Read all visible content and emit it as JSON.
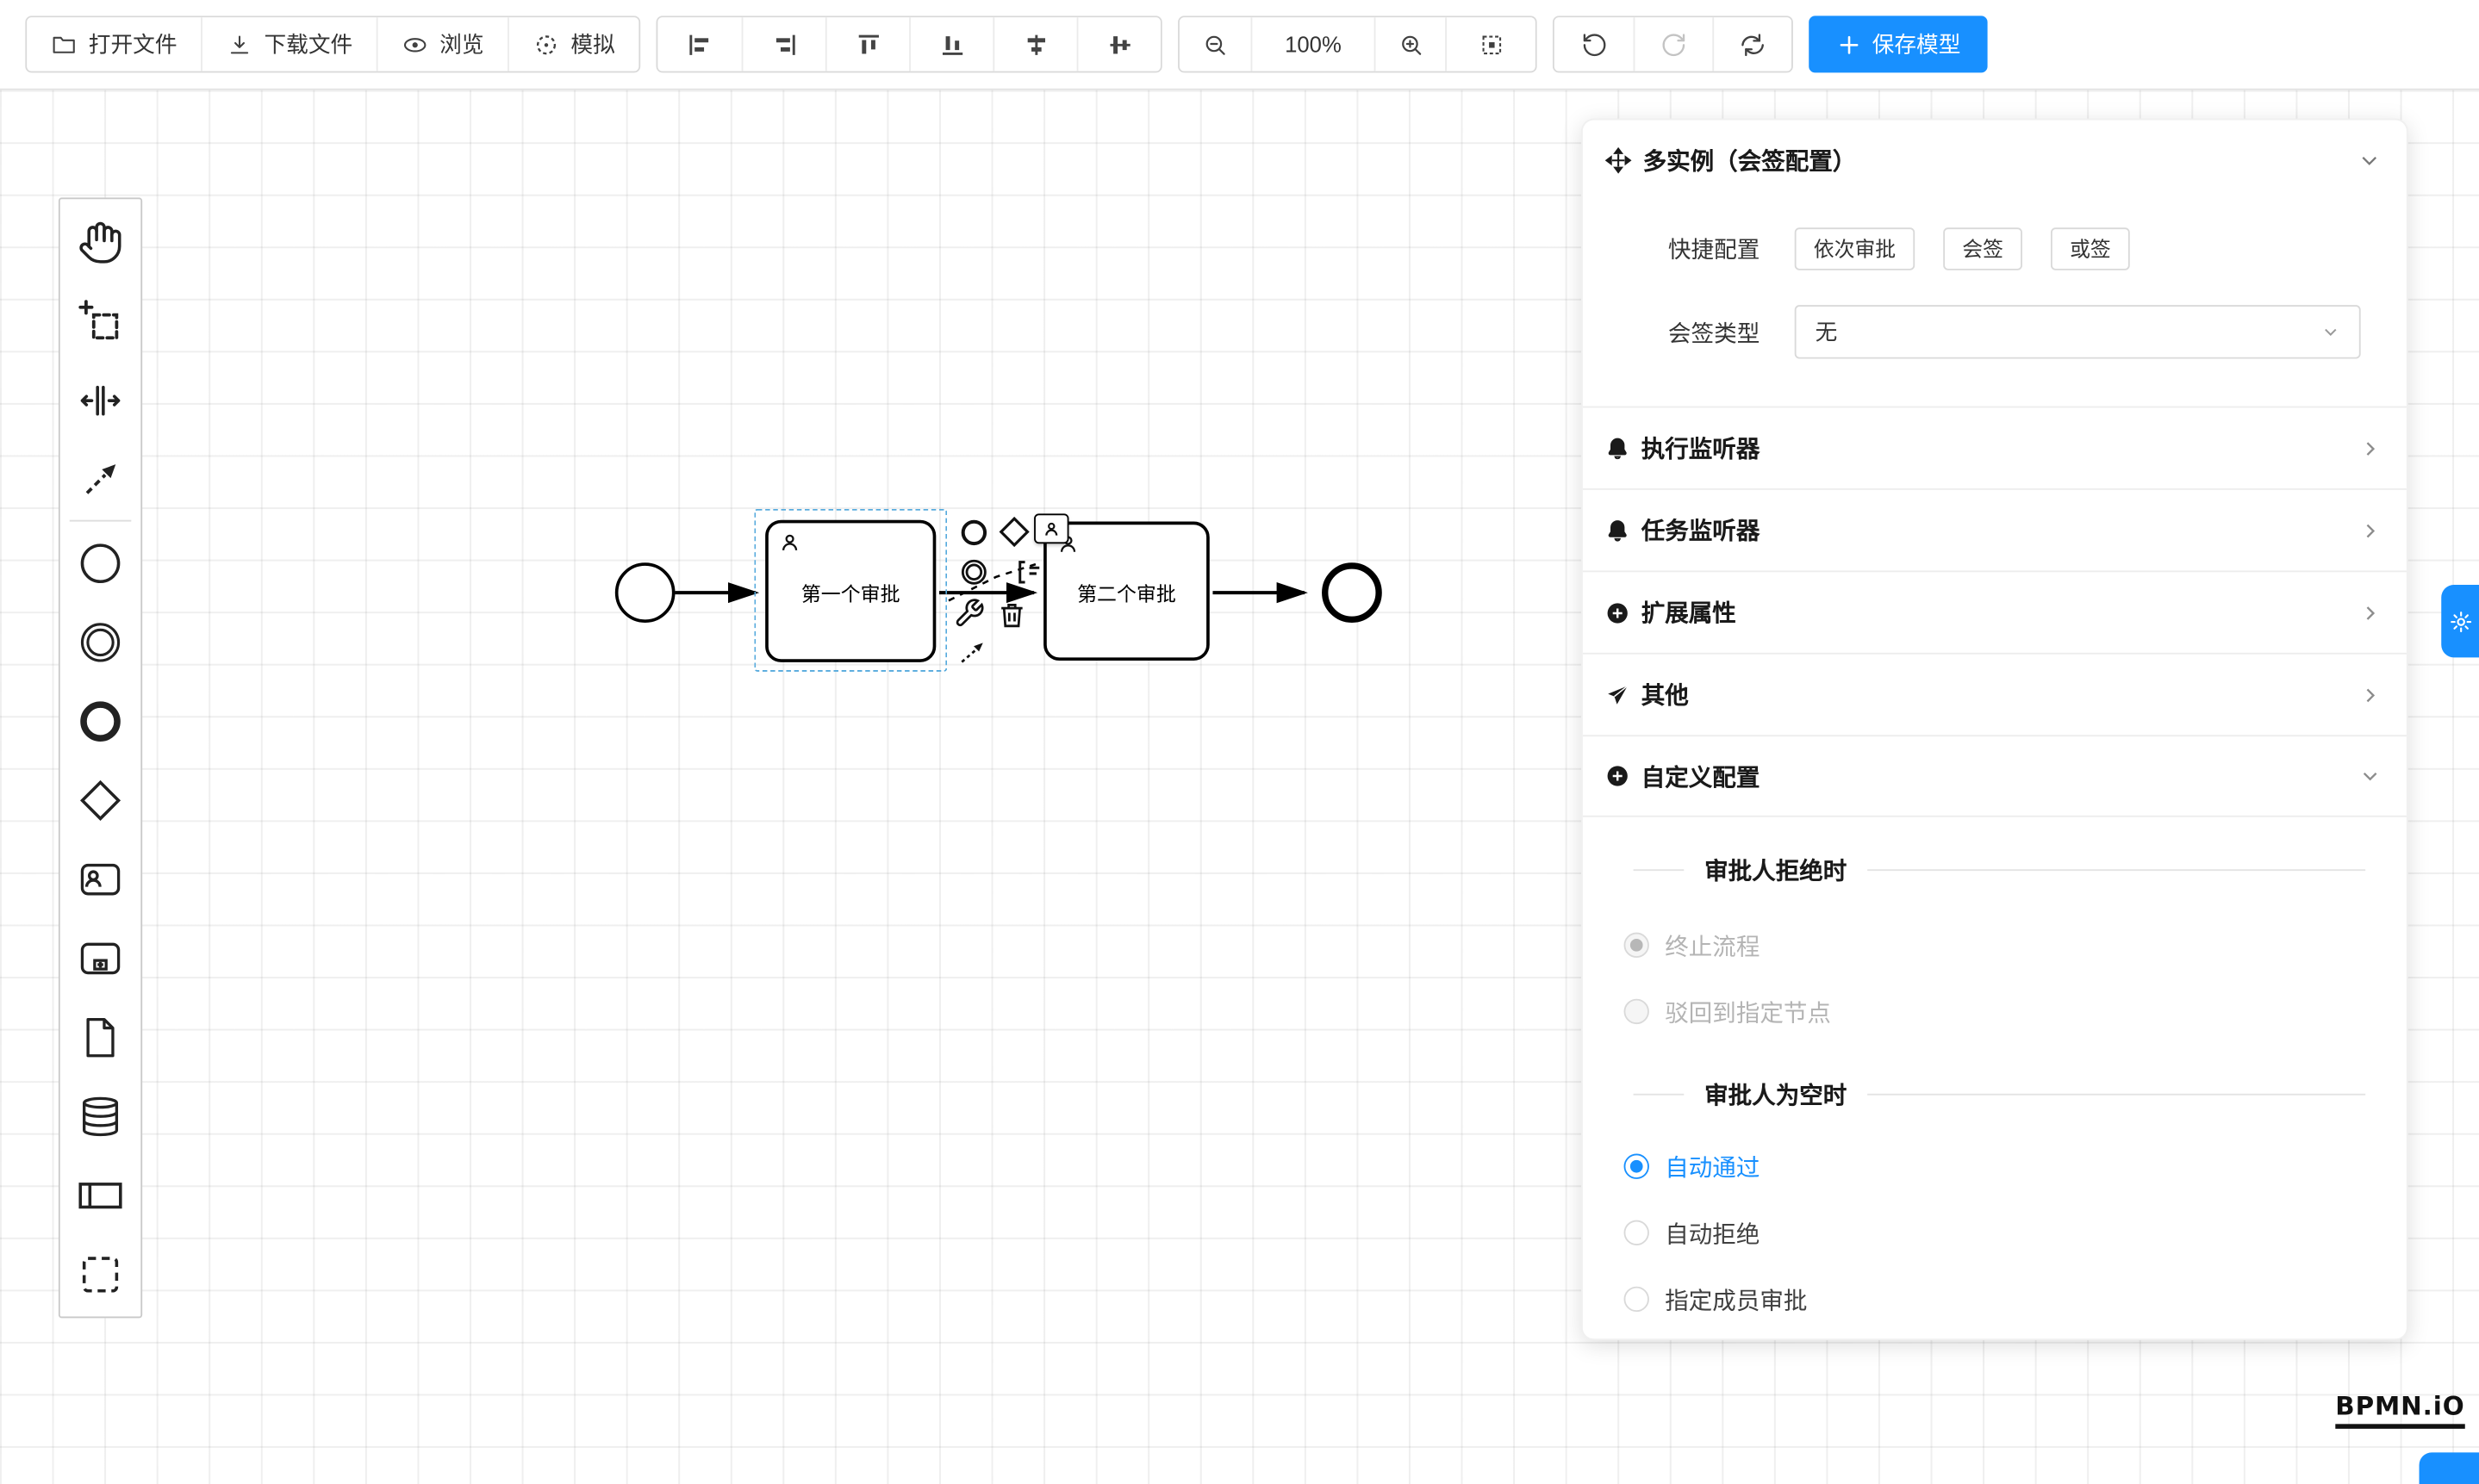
{
  "colors": {
    "accent": "#1890ff",
    "stroke": "#000000",
    "selection": "#55aadd"
  },
  "toolbar": {
    "open_file": "打开文件",
    "download_file": "下载文件",
    "preview": "浏览",
    "simulate": "模拟",
    "zoom_level": "100%",
    "save_model": "保存模型"
  },
  "canvas": {
    "task1_label": "第一个审批",
    "task2_label": "第二个审批"
  },
  "panel": {
    "title": "多实例（会签配置）",
    "quick_config": {
      "label": "快捷配置",
      "options": [
        "依次审批",
        "会签",
        "或签"
      ]
    },
    "sign_type": {
      "label": "会签类型",
      "value": "无"
    },
    "sections": [
      {
        "label": "执行监听器"
      },
      {
        "label": "任务监听器"
      },
      {
        "label": "扩展属性"
      },
      {
        "label": "其他"
      },
      {
        "label": "自定义配置"
      }
    ],
    "reject_group": {
      "title": "审批人拒绝时",
      "options": [
        {
          "label": "终止流程",
          "checked": true,
          "disabled": true
        },
        {
          "label": "驳回到指定节点",
          "checked": false,
          "disabled": true
        }
      ]
    },
    "empty_group": {
      "title": "审批人为空时",
      "options": [
        {
          "label": "自动通过",
          "checked": true
        },
        {
          "label": "自动拒绝",
          "checked": false
        },
        {
          "label": "指定成员审批",
          "checked": false
        }
      ]
    }
  },
  "watermark": "BPMN.iO",
  "icons": [
    "folder-icon",
    "download-icon",
    "eye-icon",
    "simulate-icon",
    "align-left-icon",
    "align-right-icon",
    "align-top-icon",
    "align-bottom-icon",
    "distribute-horizontal-icon",
    "distribute-vertical-icon",
    "zoom-out-icon",
    "zoom-in-icon",
    "fit-viewport-icon",
    "undo-icon",
    "redo-icon",
    "refresh-icon",
    "plus-icon",
    "hand-icon",
    "lasso-icon",
    "space-tool-icon",
    "connect-arrow-icon",
    "start-event-icon",
    "intermediate-event-icon",
    "end-event-icon",
    "gateway-icon",
    "user-task-icon",
    "subprocess-icon",
    "data-object-icon",
    "data-store-icon",
    "participant-icon",
    "group-icon",
    "person-icon",
    "wrench-icon",
    "trash-icon",
    "text-annotation-icon",
    "multi-instance-icon",
    "bell-icon",
    "plus-circle-icon",
    "send-icon",
    "chevron-right-icon",
    "chevron-down-icon",
    "gear-icon"
  ]
}
